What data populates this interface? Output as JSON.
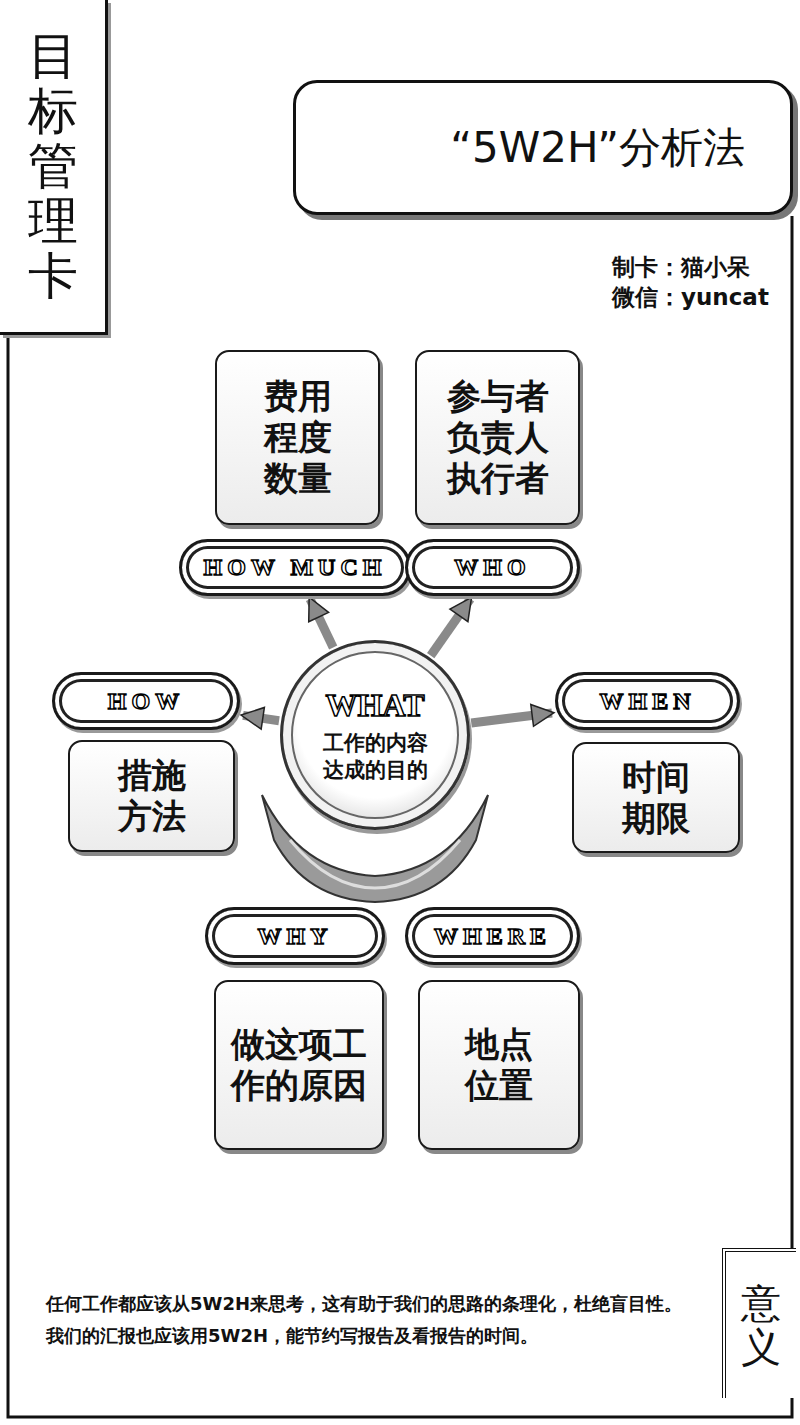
{
  "diagram": {
    "title": "“5W2H”分析法",
    "nodes": [
      {
        "text": [
          "目标管理卡"
        ]
      },
      {
        "text": [
          "费用 程度 数量"
        ]
      },
      {
        "text": [
          "参与者 负责人 执行者"
        ]
      },
      {
        "text": [
          "HOW MUCH"
        ]
      },
      {
        "text": [
          "WHO"
        ]
      },
      {
        "text": [
          "WHAT",
          "工作的内容 达成的目的"
        ]
      },
      {
        "text": [
          "HOW"
        ]
      },
      {
        "text": [
          "WHEN"
        ]
      },
      {
        "text": [
          "措施 方法"
        ]
      },
      {
        "text": [
          "时间 期限"
        ]
      },
      {
        "text": [
          "WHY"
        ]
      },
      {
        "text": [
          "WHERE"
        ]
      },
      {
        "text": [
          "做这项工 作的原因"
        ]
      },
      {
        "text": [
          "地点 位置"
        ]
      },
      {
        "text": [
          "意义"
        ]
      }
    ],
    "edges": [
      {
        "from": 5,
        "to": 3,
        "arrow": "to"
      },
      {
        "from": 5,
        "to": 4,
        "arrow": "to"
      },
      {
        "from": 5,
        "to": 6,
        "arrow": "to"
      },
      {
        "from": 5,
        "to": 7,
        "arrow": "to"
      }
    ],
    "labels": [
      "制卡：猫小呆",
      "微信：yuncat",
      "任何工作都应该从5W2H来思考，这有助于我们的思路的条理化，杜绝盲目性。",
      "我们的汇报也应该用5W2H，能节约写报告及看报告的时间。"
    ]
  }
}
